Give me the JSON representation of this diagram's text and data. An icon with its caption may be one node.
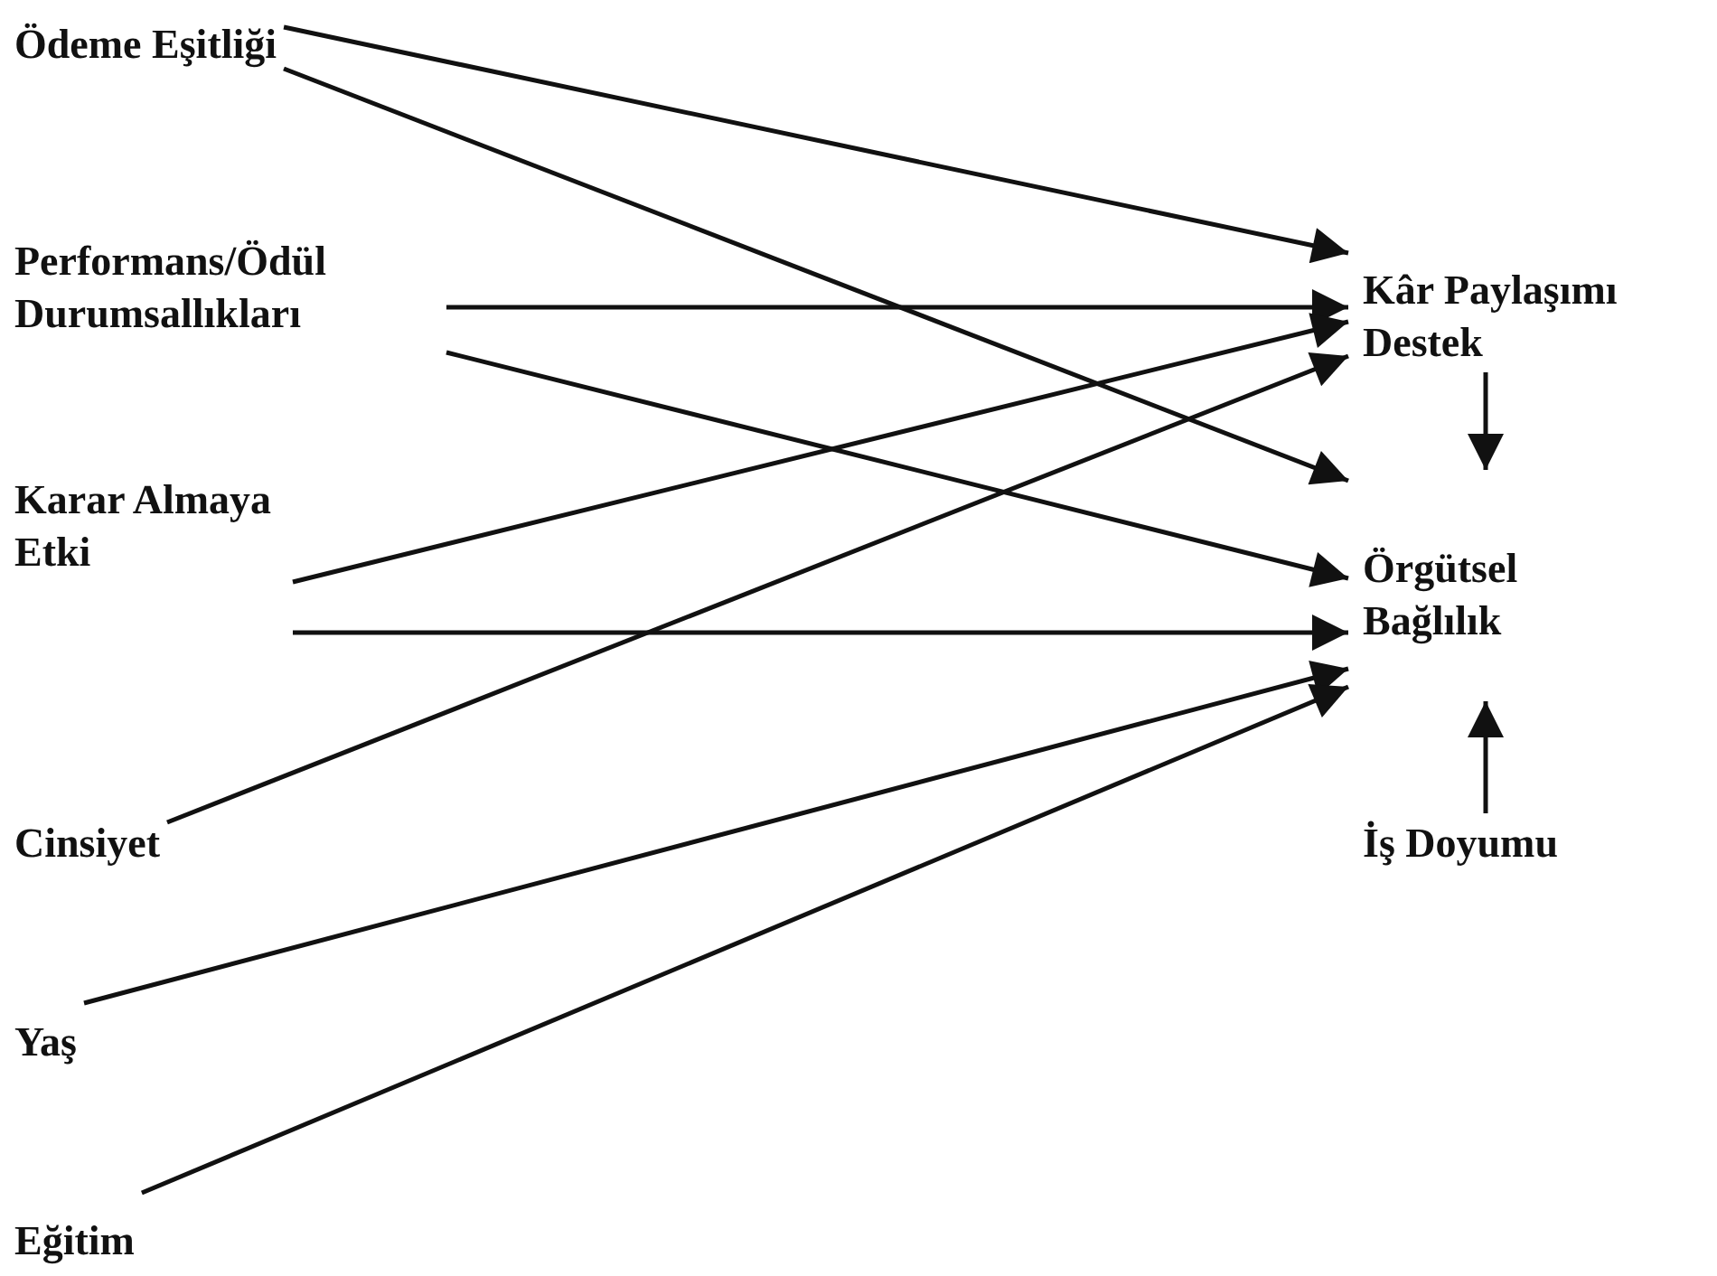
{
  "diagram": {
    "nodes": [
      {
        "text": [
          "Ödeme Eşitliği"
        ]
      },
      {
        "text": [
          "Performans/Ödül Durumsallıkları"
        ]
      },
      {
        "text": [
          "Karar Almaya Etki"
        ]
      },
      {
        "text": [
          "Cinsiyet"
        ]
      },
      {
        "text": [
          "Yaş"
        ]
      },
      {
        "text": [
          "Eğitim"
        ]
      },
      {
        "text": [
          "Kâr Paylaşımı Destek"
        ]
      },
      {
        "text": [
          "Örgütsel Bağlılık"
        ]
      },
      {
        "text": [
          "İş Doyumu"
        ]
      }
    ],
    "edges": [
      {
        "from": 0,
        "to": 6,
        "arrow": "to"
      },
      {
        "from": 0,
        "to": 7,
        "arrow": "to"
      },
      {
        "from": 1,
        "to": 6,
        "arrow": "to"
      },
      {
        "from": 1,
        "to": 7,
        "arrow": "to"
      },
      {
        "from": 2,
        "to": 6,
        "arrow": "to"
      },
      {
        "from": 2,
        "to": 7,
        "arrow": "to"
      },
      {
        "from": 3,
        "to": 6,
        "arrow": "to"
      },
      {
        "from": 4,
        "to": 7,
        "arrow": "to"
      },
      {
        "from": 5,
        "to": 7,
        "arrow": "to"
      },
      {
        "from": 6,
        "to": 7,
        "arrow": "to"
      },
      {
        "from": 8,
        "to": 7,
        "arrow": "to"
      }
    ]
  }
}
